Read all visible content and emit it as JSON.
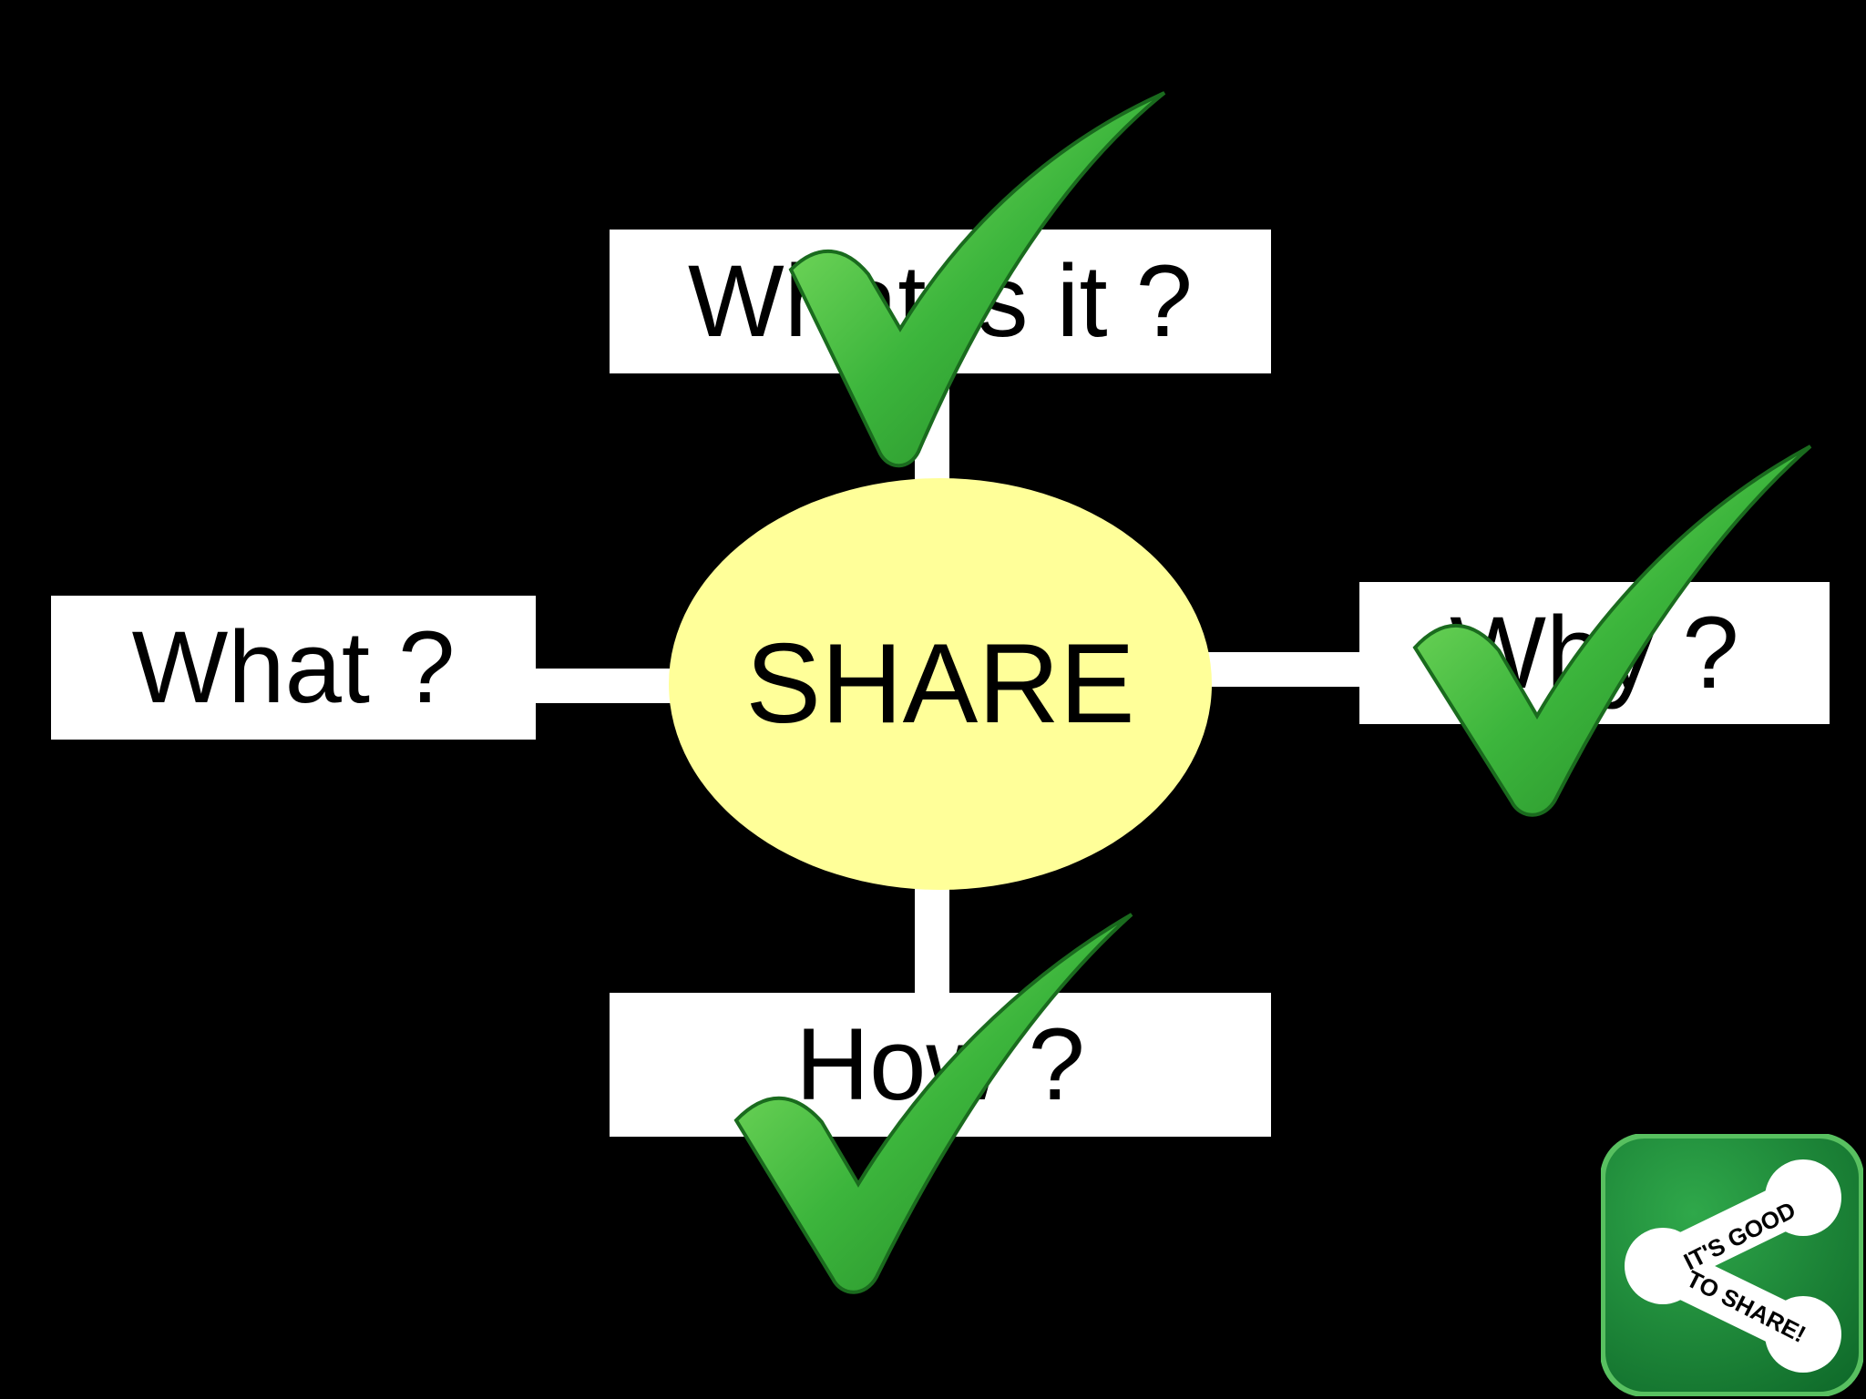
{
  "diagram": {
    "center": {
      "label": "SHARE",
      "fill": "#ffff99"
    },
    "nodes": {
      "top": {
        "label": "What is it ?"
      },
      "left": {
        "label": "What ?"
      },
      "right": {
        "label": "Why ?"
      },
      "bottom": {
        "label": "How ?"
      }
    },
    "check_color": "#3cb53c",
    "check_count": 3
  },
  "logo": {
    "text_line1": "IT'S GOOD",
    "text_line2": "TO SHARE!",
    "bg_color": "#1f8a3a"
  },
  "colors": {
    "background": "#000000",
    "box": "#ffffff",
    "text": "#000000"
  }
}
